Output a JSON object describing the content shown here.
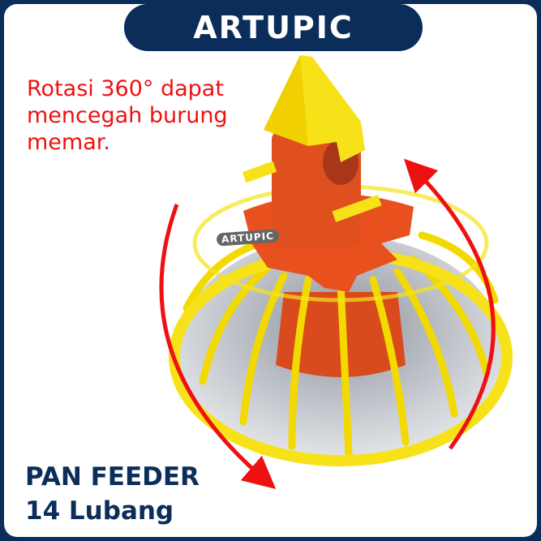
{
  "brand": "ARTUPIC",
  "watermark": "ARTUPIC",
  "claim_lines": [
    "Rotasi 360° dapat",
    "mencegah burung",
    "memar."
  ],
  "product": {
    "name": "PAN FEEDER",
    "variant": "14 Lubang"
  },
  "colors": {
    "navy": "#0b2d5a",
    "red": "#ee1111",
    "yellow": "#f7e21a",
    "orange": "#e8501e",
    "pan": "#b8bcc2"
  }
}
